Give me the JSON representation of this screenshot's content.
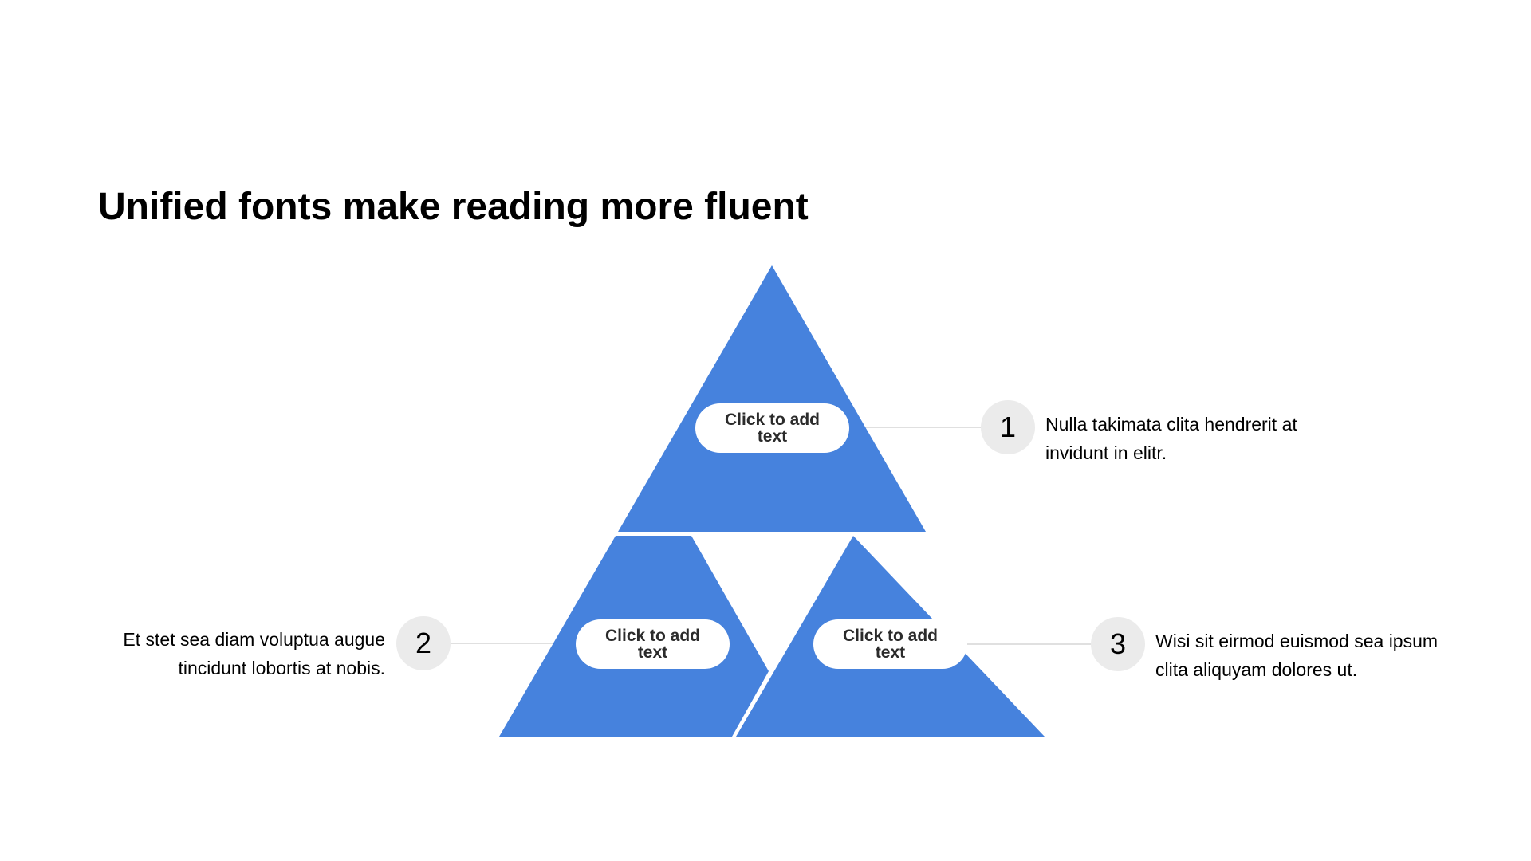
{
  "title": "Unified fonts make reading more fluent",
  "colors": {
    "triangle_fill": "#4682dd",
    "connector": "#e0e0e0",
    "badge_bg": "#ebebeb",
    "pill_bg": "#ffffff"
  },
  "segments": [
    {
      "placeholder": "Click to add text",
      "number": "1",
      "description": "Nulla takimata clita hendrerit at invidunt in elitr."
    },
    {
      "placeholder": "Click to add text",
      "number": "2",
      "description": "Et stet sea diam voluptua augue tincidunt lobortis at nobis."
    },
    {
      "placeholder": "Click to add text",
      "number": "3",
      "description": "Wisi sit eirmod euismod sea ipsum clita aliquyam dolores ut."
    }
  ]
}
